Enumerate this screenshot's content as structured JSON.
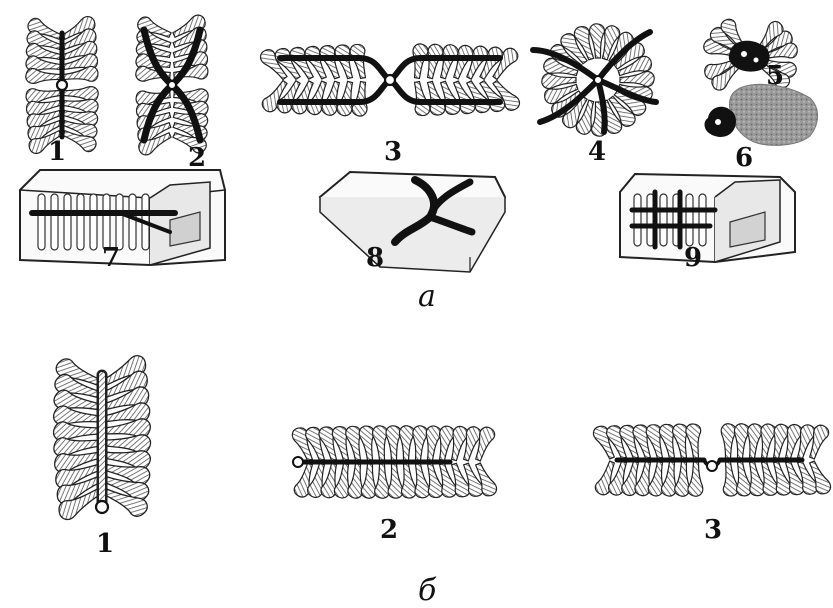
{
  "figure": {
    "section_a": {
      "caption": "а",
      "labels": [
        "1",
        "2",
        "3",
        "4",
        "5",
        "6",
        "7",
        "8",
        "9"
      ]
    },
    "section_b": {
      "caption": "б",
      "labels": [
        "1",
        "2",
        "3"
      ]
    }
  },
  "colors": {
    "ink": "#111111",
    "hatch": "#6a6a6a",
    "paper": "#ffffff"
  }
}
